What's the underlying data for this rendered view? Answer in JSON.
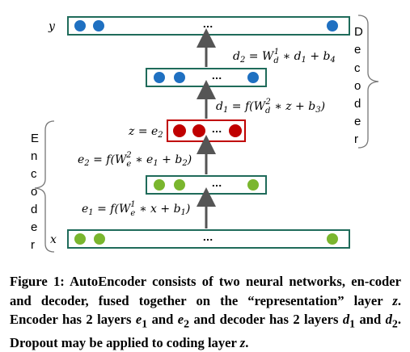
{
  "figure": {
    "colors": {
      "box_border": "#1f6b5a",
      "blue_unit": "#1f70c1",
      "red_unit": "#c00000",
      "green_unit": "#7ab62e",
      "arrow": "#555555"
    },
    "layers": [
      {
        "id": "y",
        "label": "y",
        "unit_color": "blue"
      },
      {
        "id": "d1",
        "unit_color": "blue"
      },
      {
        "id": "z",
        "label": "z = e",
        "label_sub": "2",
        "unit_color": "red"
      },
      {
        "id": "e1",
        "unit_color": "green"
      },
      {
        "id": "x",
        "label": "x",
        "unit_color": "green"
      }
    ],
    "ellipsis": "...",
    "equations": {
      "d2": {
        "a": "d",
        "a_sub": "2",
        "b": " = W",
        "b_sub": "d",
        "b_sup": "1",
        "c": " ∗ d",
        "c_sub": "1",
        "d": " + b",
        "d_sub": "4"
      },
      "d1": {
        "a": "d",
        "a_sub": "1",
        "b": " = f(W",
        "b_sub": "d",
        "b_sup": "2",
        "c": " ∗ z + b",
        "c_sub": "3",
        "d": ")"
      },
      "e2": {
        "a": "e",
        "a_sub": "2",
        "b": " = f(W",
        "b_sub": "e",
        "b_sup": "2",
        "c": " ∗ e",
        "c_sub": "1",
        "d": " + b",
        "d_sub": "2",
        "e": ")"
      },
      "e1": {
        "a": "e",
        "a_sub": "1",
        "b": " = f(W",
        "b_sub": "e",
        "b_sup": "1",
        "c": " ∗ x + b",
        "c_sub": "1",
        "d": ")"
      }
    },
    "decoder_label": [
      "D",
      "e",
      "c",
      "o",
      "d",
      "e",
      "r"
    ],
    "encoder_label": [
      "E",
      "n",
      "c",
      "o",
      "d",
      "e",
      "r"
    ]
  },
  "caption": {
    "prefix": "Figure 1: AutoEncoder consists of two neural networks, en-coder and decoder, fused together on the “representation” layer ",
    "z1": "z",
    "mid1": ". Encoder has 2 layers ",
    "e1": "e",
    "e1_sub": "1",
    "and1": " and ",
    "e2": "e",
    "e2_sub": "2",
    "mid2": " and decoder has 2 layers ",
    "d1": "d",
    "d1_sub": "1",
    "and2": " and ",
    "d2": "d",
    "d2_sub": "2",
    "mid3": ". Dropout may be applied to coding layer ",
    "z2": "z",
    "end": "."
  }
}
